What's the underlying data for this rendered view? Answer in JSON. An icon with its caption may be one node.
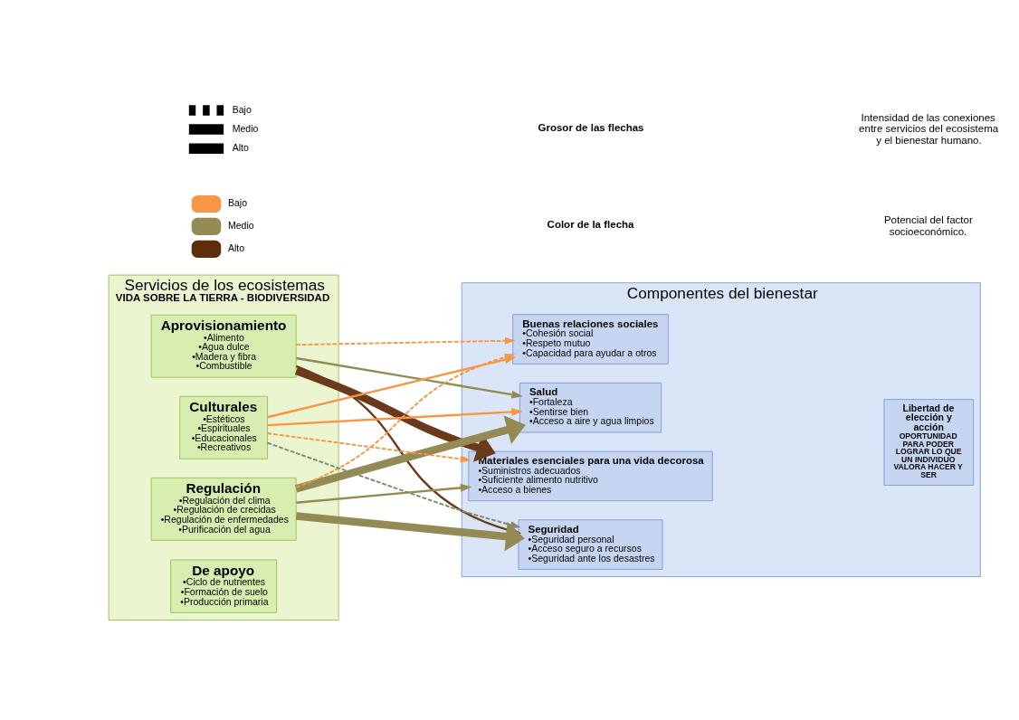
{
  "diagram": {
    "nodes": [
      {
        "text": [
          "Servicios de los ecosistemas",
          "VIDA SOBRE LA TIERRA - BIODIVERSIDAD"
        ]
      },
      {
        "text": [
          "De apoyo",
          "•Ciclo de nutrientes",
          "•Formación de suelo",
          "•Producción primaria"
        ],
        "in": 0
      },
      {
        "text": [
          "Aprovisionamiento",
          "•Alimento",
          "•Agua dulce",
          "•Madera y fibra",
          "•Combustible"
        ],
        "in": 0
      },
      {
        "text": [
          "Regulación",
          "•Regulación del clima",
          "•Regulación de crecidas",
          "•Regulación de enfermedades",
          "•Purificación del agua"
        ],
        "in": 0
      },
      {
        "text": [
          "Culturales",
          "•Estéticos",
          "•Espirituales",
          "•Educacionales",
          "•Recreativos"
        ],
        "in": 0
      },
      {
        "text": [
          "Componentes del bienestar"
        ]
      },
      {
        "text": [
          "Seguridad",
          "•Seguridad personal",
          "•Acceso seguro a recursos",
          "•Seguridad ante los desastres"
        ],
        "in": 5
      },
      {
        "text": [
          "Materiales esenciales para una vida decorosa",
          "•Suministros adecuados",
          "•Suficiente alimento nutritivo",
          "•Acceso a bienes"
        ],
        "in": 5
      },
      {
        "text": [
          "Salud",
          "•Fortaleza",
          "•Sentirse bien",
          "•Acceso a aire y agua limpios"
        ],
        "in": 5
      },
      {
        "text": [
          "Buenas relaciones sociales",
          "•Cohesión social",
          "•Respeto mutuo",
          "•Capacidad para ayudar a otros"
        ],
        "in": 5
      },
      {
        "text": [
          "Libertad de elección y acción",
          "OPORTUNIDAD PARA PODER LOGRAR LO QUE UN INDIVIDUO VALORA HACER Y SER"
        ],
        "in": 5
      }
    ],
    "edges": [
      {
        "from": 2,
        "to": 6,
        "arrow": "to",
        "color": "#6b3a1a"
      },
      {
        "from": 2,
        "to": 7,
        "arrow": "to",
        "style": "thick",
        "color": "#6b3a1a"
      },
      {
        "from": 2,
        "to": 8,
        "arrow": "to",
        "color": "#948a54"
      },
      {
        "from": 2,
        "to": 9,
        "arrow": "to",
        "style": "dashed",
        "color": "#f79646"
      },
      {
        "from": 3,
        "to": 6,
        "arrow": "to",
        "style": "thick",
        "color": "#948a54"
      },
      {
        "from": 3,
        "to": 7,
        "arrow": "to",
        "color": "#948a54"
      },
      {
        "from": 3,
        "to": 8,
        "arrow": "to",
        "style": "thick",
        "color": "#948a54"
      },
      {
        "from": 3,
        "to": 9,
        "arrow": "to",
        "style": "dashed",
        "color": "#f79646"
      },
      {
        "from": 4,
        "to": 6,
        "arrow": "to",
        "style": "dashed",
        "color": "#7f8c6a"
      },
      {
        "from": 4,
        "to": 7,
        "arrow": "to",
        "style": "dashed",
        "color": "#f79646"
      },
      {
        "from": 4,
        "to": 8,
        "arrow": "to",
        "color": "#f79646"
      },
      {
        "from": 4,
        "to": 9,
        "arrow": "to",
        "color": "#f79646"
      }
    ],
    "labels": [
      "Color de la flecha",
      "Potencial del factor socioeconómico.",
      "Grosor de las flechas",
      "Intensidad de las conexiones entre servicios del ecosistema y el bienestar humano."
    ],
    "legend": [
      {
        "text": "Bajo",
        "color": "#f79646"
      },
      {
        "text": "Medio",
        "color": "#948a54"
      },
      {
        "text": "Alto",
        "color": "#5c2e0e"
      },
      {
        "text": "Bajo"
      },
      {
        "text": "Medio"
      },
      {
        "text": "Alto"
      }
    ]
  }
}
